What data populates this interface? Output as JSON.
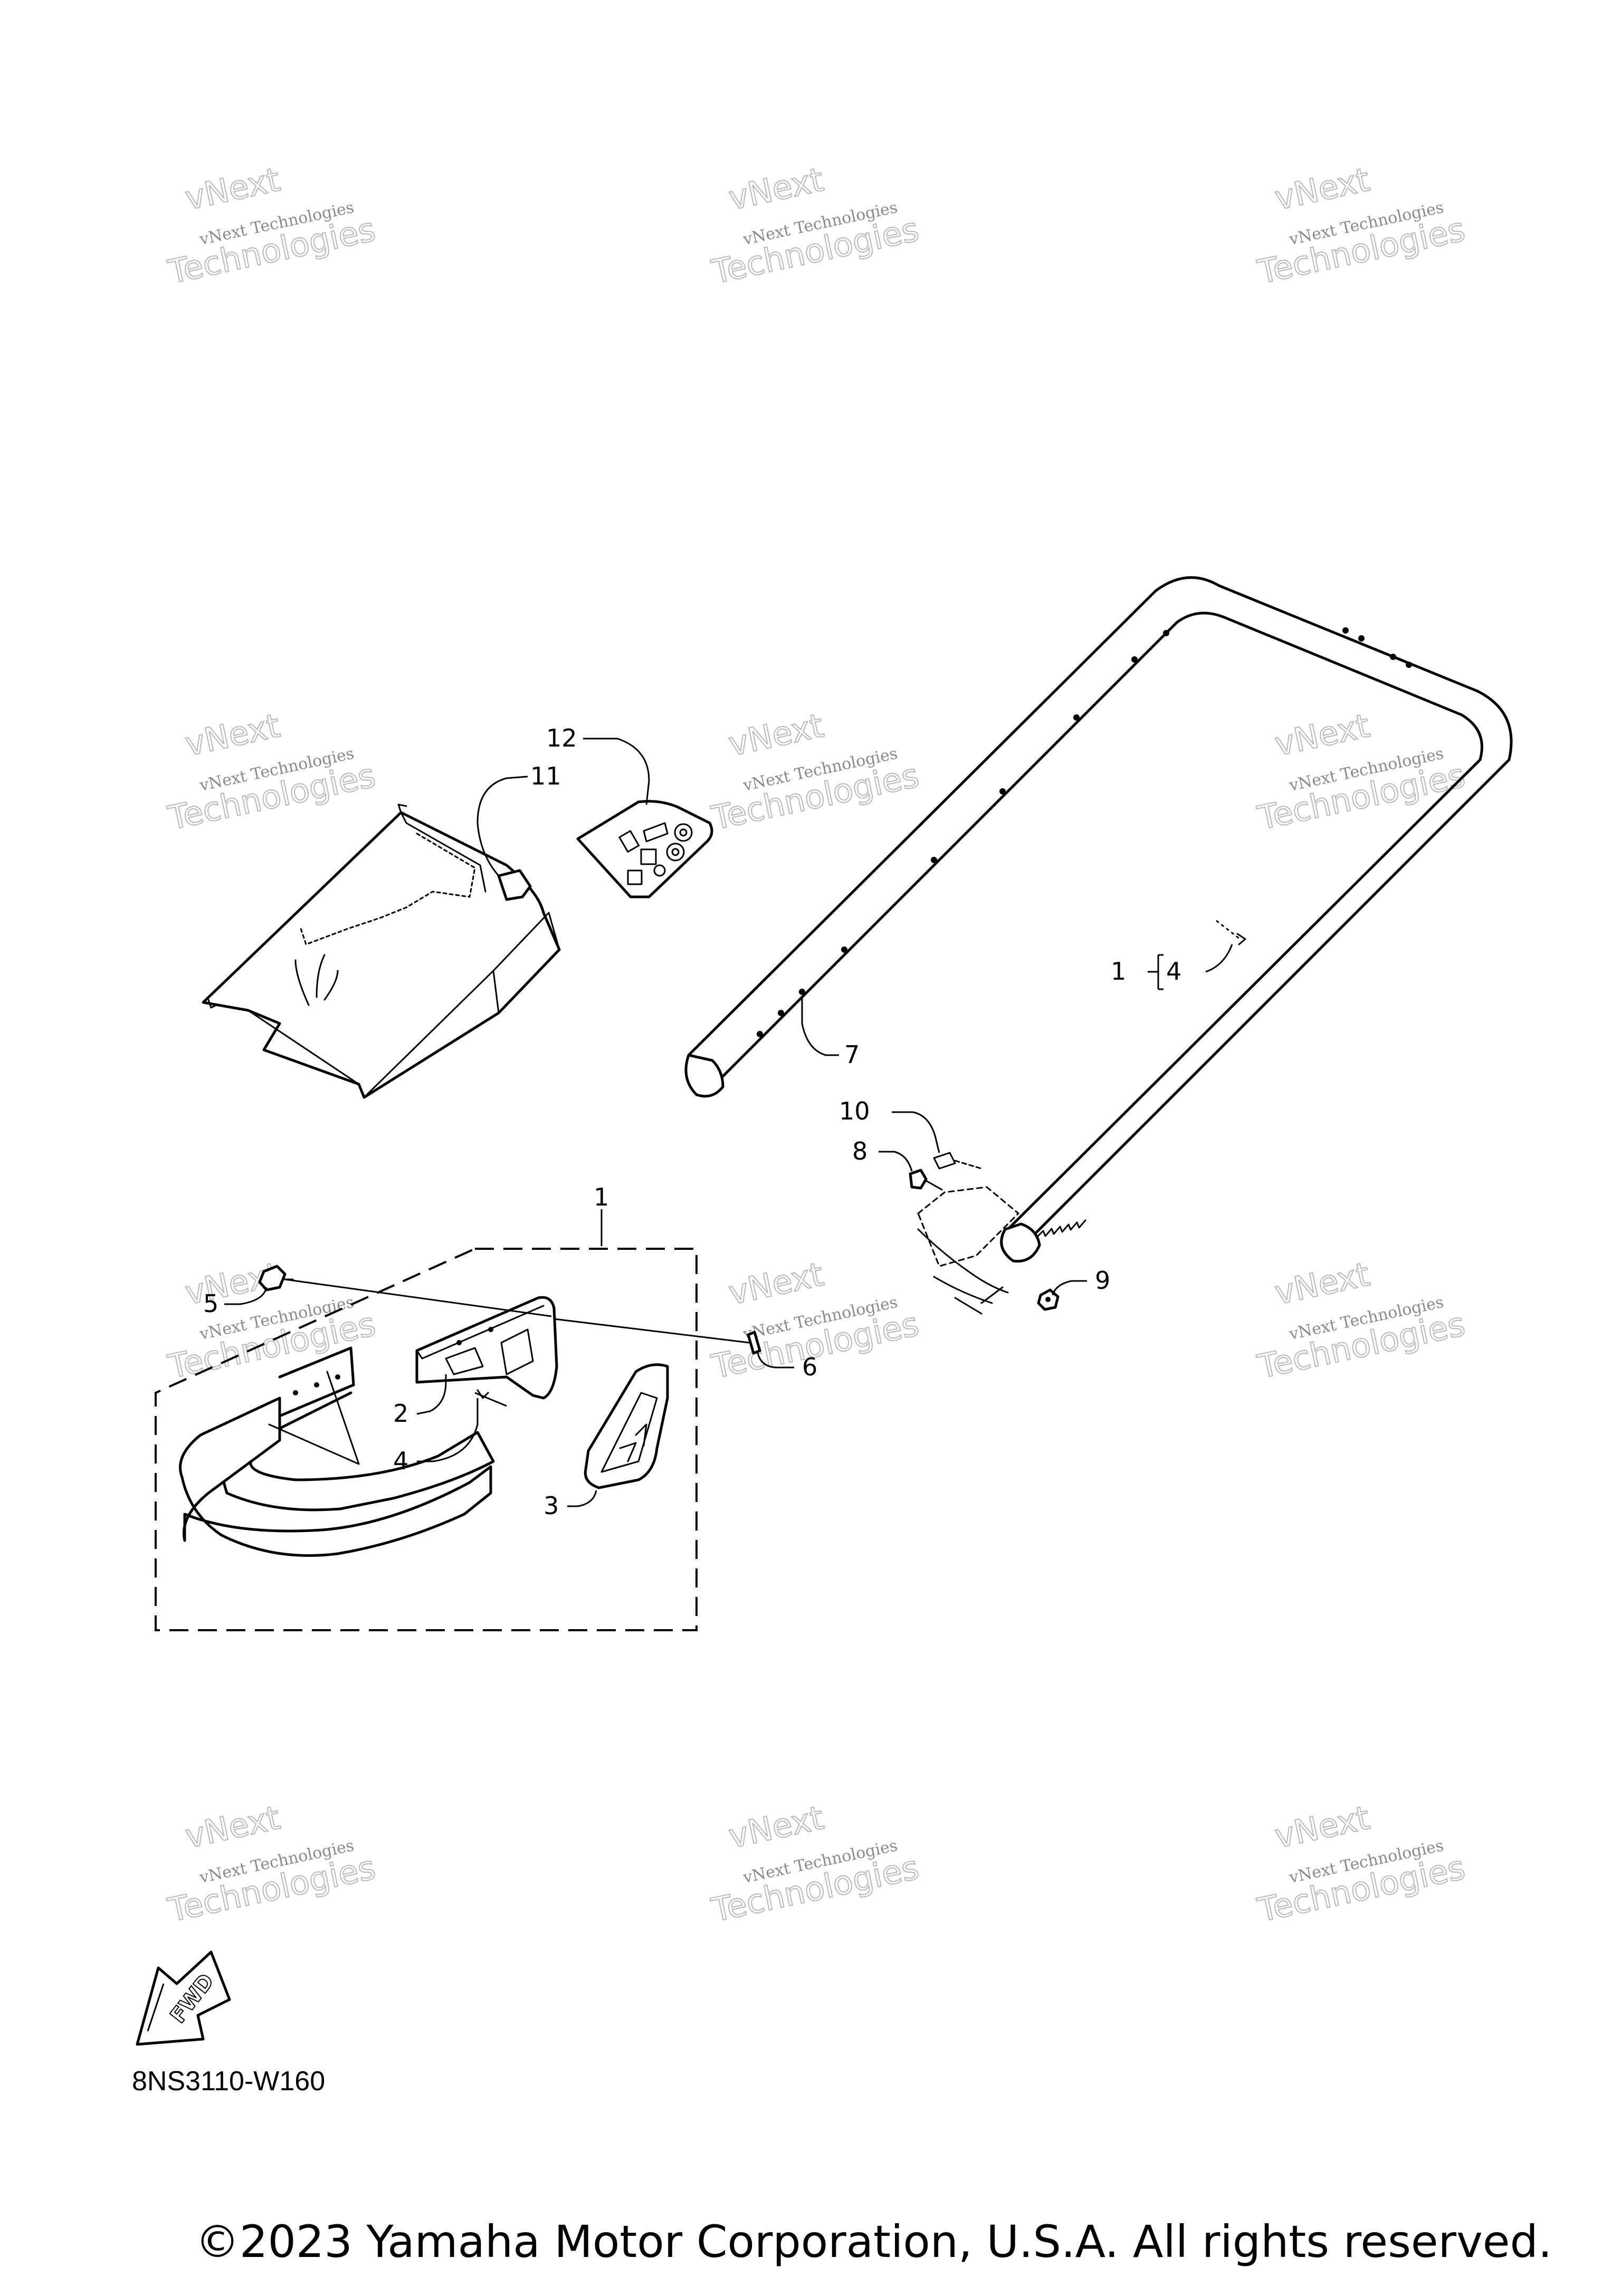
{
  "watermark": {
    "line1": "vNext",
    "line2": "vNext Technologies",
    "line3": "Technologies"
  },
  "callouts": {
    "c1": "1",
    "c2": "2",
    "c3": "3",
    "c4a": "4",
    "c4b": "4",
    "c1b": "1",
    "c5": "5",
    "c6": "6",
    "c7": "7",
    "c8": "8",
    "c9": "9",
    "c10": "10",
    "c11": "11",
    "c12": "12"
  },
  "fwd_label": "FWD",
  "diagram_code": "8NS3110-W160",
  "copyright": "©2023 Yamaha Motor Corporation, U.S.A. All rights reserved."
}
